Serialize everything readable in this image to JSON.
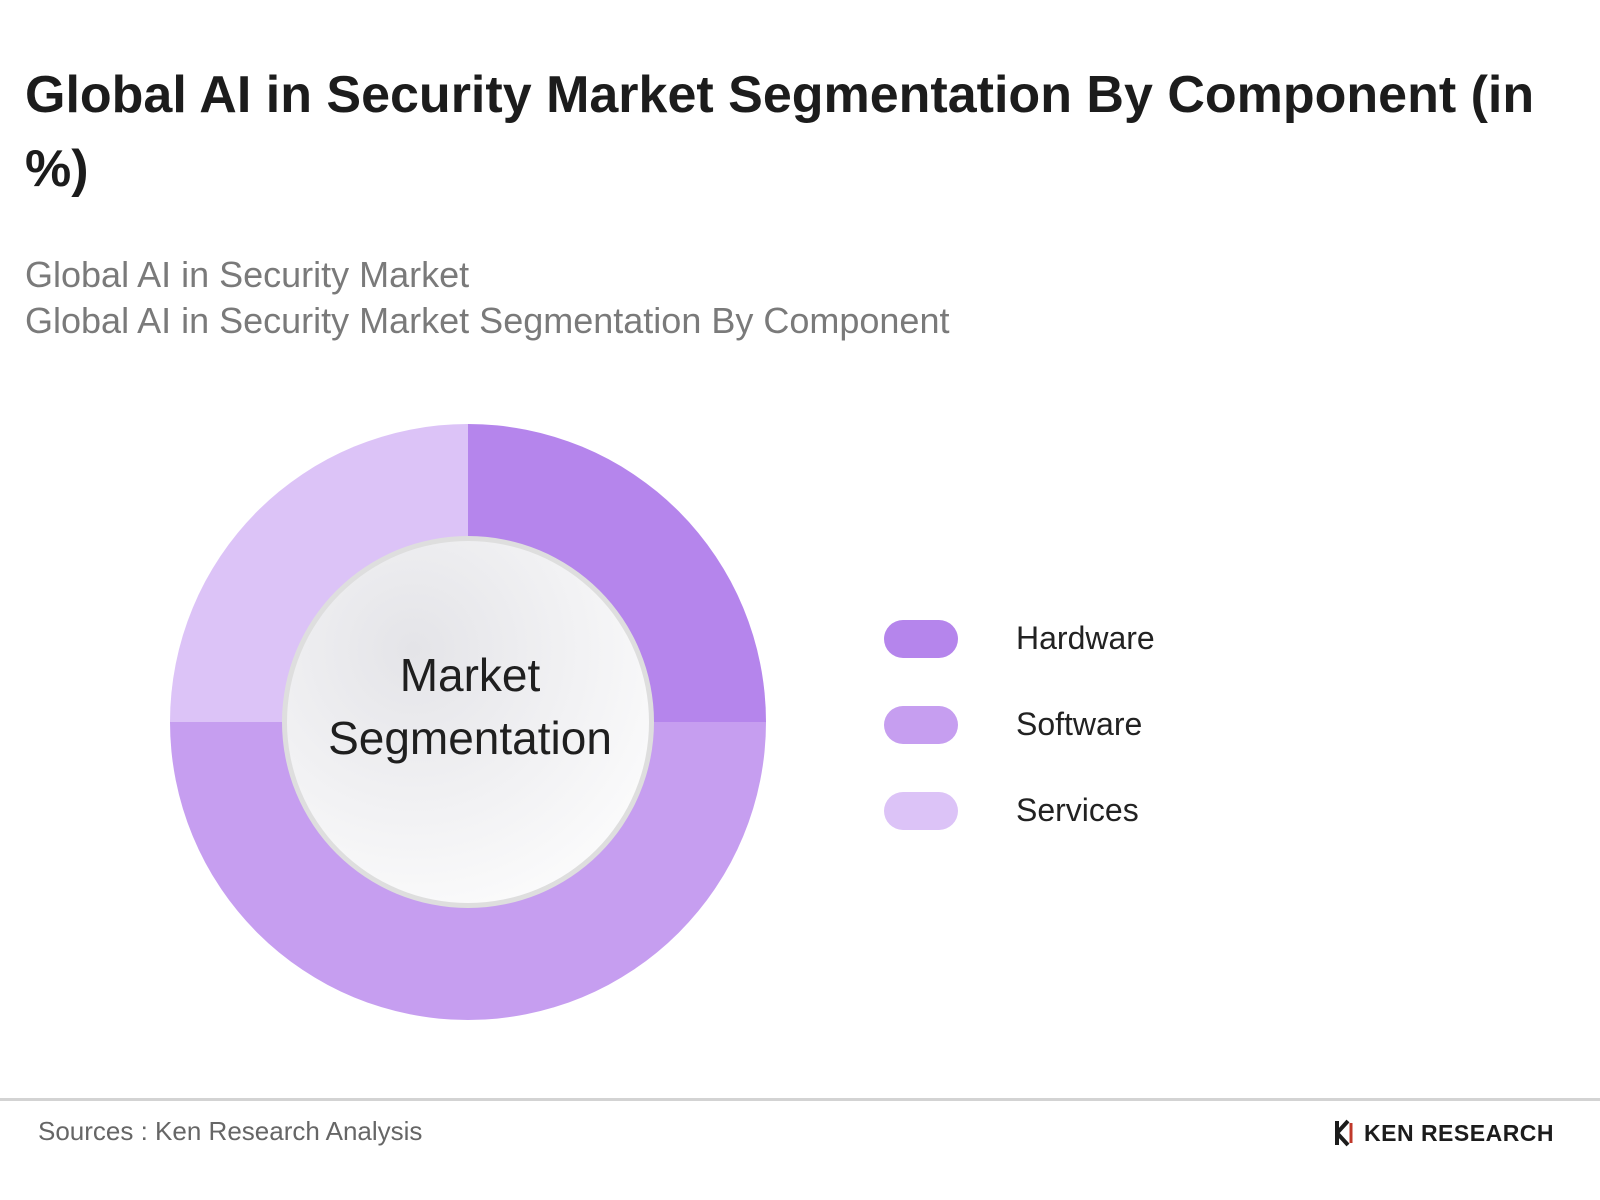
{
  "header": {
    "title": "Global AI in Security Market Segmentation By Component (in %)",
    "subtitle_lines": [
      "Global AI in Security Market",
      "Global AI in Security Market Segmentation By Component"
    ]
  },
  "chart_data": {
    "type": "pie",
    "donut": true,
    "center_label": [
      "Market",
      "Segmentation"
    ],
    "categories": [
      "Hardware",
      "Software",
      "Services"
    ],
    "values": [
      25,
      50,
      25
    ],
    "unit": "%",
    "colors": [
      "#b585ec",
      "#c69ef0",
      "#dcc3f7"
    ],
    "legend_position": "right"
  },
  "footer": {
    "source": "Sources : Ken Research Analysis",
    "brand": "KEN RESEARCH"
  }
}
